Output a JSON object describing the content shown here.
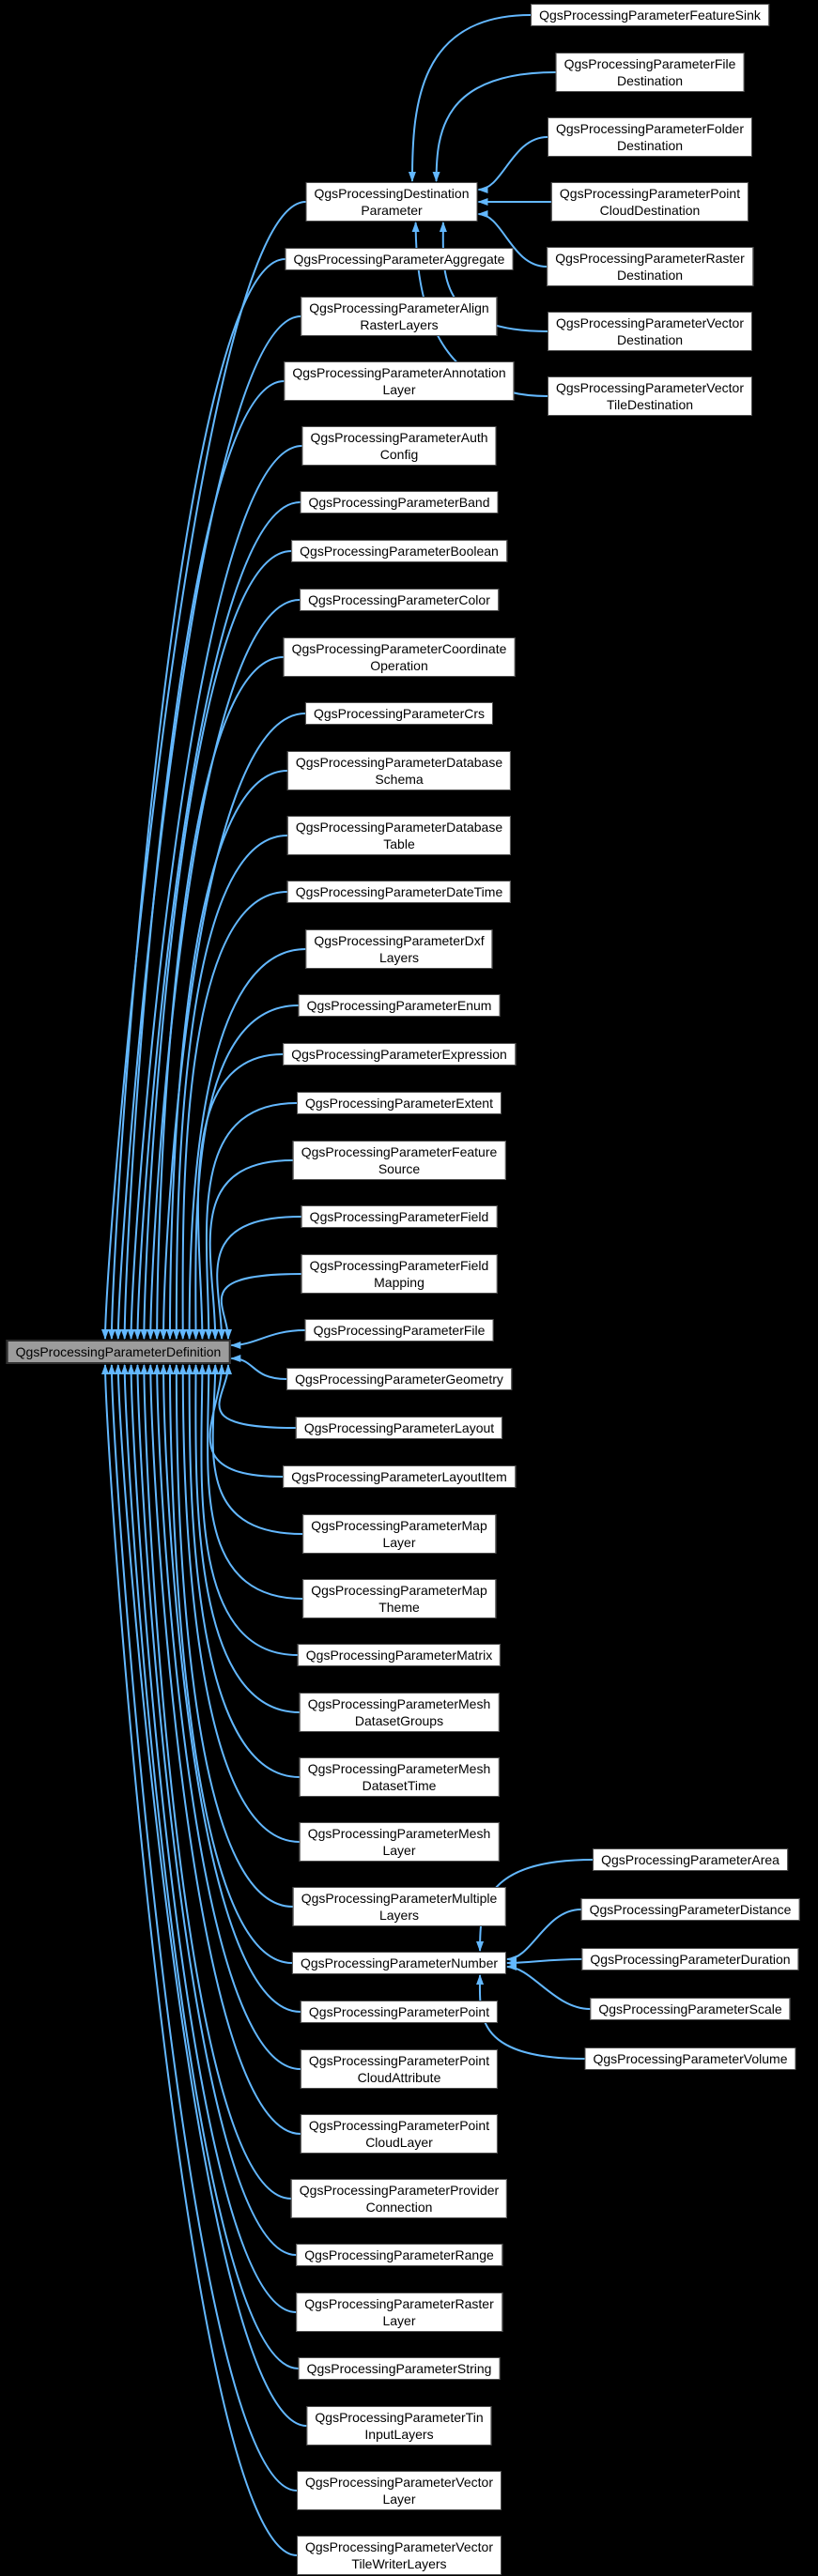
{
  "diagram": {
    "colors": {
      "background": "#000000",
      "edge": "#63b8ff",
      "node_fill": "#ffffff",
      "node_border": "#4d4d4d",
      "root_fill": "#9c9c9c",
      "root_border": "#303030",
      "text": "#000000"
    },
    "root": {
      "lines": [
        "QgsProcessingParameterDefinition"
      ]
    },
    "destination_parent": {
      "lines": [
        "QgsProcessingDestination",
        "Parameter"
      ]
    },
    "definition_children": [
      {
        "lines": [
          "QgsProcessingParameterAggregate"
        ]
      },
      {
        "lines": [
          "QgsProcessingParameterAlign",
          "RasterLayers"
        ]
      },
      {
        "lines": [
          "QgsProcessingParameterAnnotation",
          "Layer"
        ]
      },
      {
        "lines": [
          "QgsProcessingParameterAuth",
          "Config"
        ]
      },
      {
        "lines": [
          "QgsProcessingParameterBand"
        ]
      },
      {
        "lines": [
          "QgsProcessingParameterBoolean"
        ]
      },
      {
        "lines": [
          "QgsProcessingParameterColor"
        ]
      },
      {
        "lines": [
          "QgsProcessingParameterCoordinate",
          "Operation"
        ]
      },
      {
        "lines": [
          "QgsProcessingParameterCrs"
        ]
      },
      {
        "lines": [
          "QgsProcessingParameterDatabase",
          "Schema"
        ]
      },
      {
        "lines": [
          "QgsProcessingParameterDatabase",
          "Table"
        ]
      },
      {
        "lines": [
          "QgsProcessingParameterDateTime"
        ]
      },
      {
        "lines": [
          "QgsProcessingParameterDxf",
          "Layers"
        ]
      },
      {
        "lines": [
          "QgsProcessingParameterEnum"
        ]
      },
      {
        "lines": [
          "QgsProcessingParameterExpression"
        ]
      },
      {
        "lines": [
          "QgsProcessingParameterExtent"
        ]
      },
      {
        "lines": [
          "QgsProcessingParameterFeature",
          "Source"
        ]
      },
      {
        "lines": [
          "QgsProcessingParameterField"
        ]
      },
      {
        "lines": [
          "QgsProcessingParameterField",
          "Mapping"
        ]
      },
      {
        "lines": [
          "QgsProcessingParameterFile"
        ]
      },
      {
        "lines": [
          "QgsProcessingParameterGeometry"
        ]
      },
      {
        "lines": [
          "QgsProcessingParameterLayout"
        ]
      },
      {
        "lines": [
          "QgsProcessingParameterLayoutItem"
        ]
      },
      {
        "lines": [
          "QgsProcessingParameterMap",
          "Layer"
        ]
      },
      {
        "lines": [
          "QgsProcessingParameterMap",
          "Theme"
        ]
      },
      {
        "lines": [
          "QgsProcessingParameterMatrix"
        ]
      },
      {
        "lines": [
          "QgsProcessingParameterMesh",
          "DatasetGroups"
        ]
      },
      {
        "lines": [
          "QgsProcessingParameterMesh",
          "DatasetTime"
        ]
      },
      {
        "lines": [
          "QgsProcessingParameterMesh",
          "Layer"
        ]
      },
      {
        "lines": [
          "QgsProcessingParameterMultiple",
          "Layers"
        ]
      },
      {
        "lines": [
          "QgsProcessingParameterNumber"
        ]
      },
      {
        "lines": [
          "QgsProcessingParameterPoint"
        ]
      },
      {
        "lines": [
          "QgsProcessingParameterPoint",
          "CloudAttribute"
        ]
      },
      {
        "lines": [
          "QgsProcessingParameterPoint",
          "CloudLayer"
        ]
      },
      {
        "lines": [
          "QgsProcessingParameterProvider",
          "Connection"
        ]
      },
      {
        "lines": [
          "QgsProcessingParameterRange"
        ]
      },
      {
        "lines": [
          "QgsProcessingParameterRaster",
          "Layer"
        ]
      },
      {
        "lines": [
          "QgsProcessingParameterString"
        ]
      },
      {
        "lines": [
          "QgsProcessingParameterTin",
          "InputLayers"
        ]
      },
      {
        "lines": [
          "QgsProcessingParameterVector",
          "Layer"
        ]
      },
      {
        "lines": [
          "QgsProcessingParameterVector",
          "TileWriterLayers"
        ]
      }
    ],
    "destination_children": [
      {
        "lines": [
          "QgsProcessingParameterFeatureSink"
        ]
      },
      {
        "lines": [
          "QgsProcessingParameterFile",
          "Destination"
        ]
      },
      {
        "lines": [
          "QgsProcessingParameterFolder",
          "Destination"
        ]
      },
      {
        "lines": [
          "QgsProcessingParameterPoint",
          "CloudDestination"
        ]
      },
      {
        "lines": [
          "QgsProcessingParameterRaster",
          "Destination"
        ]
      },
      {
        "lines": [
          "QgsProcessingParameterVector",
          "Destination"
        ]
      },
      {
        "lines": [
          "QgsProcessingParameterVector",
          "TileDestination"
        ]
      }
    ],
    "number_children": [
      {
        "lines": [
          "QgsProcessingParameterArea"
        ]
      },
      {
        "lines": [
          "QgsProcessingParameterDistance"
        ]
      },
      {
        "lines": [
          "QgsProcessingParameterDuration"
        ]
      },
      {
        "lines": [
          "QgsProcessingParameterScale"
        ]
      },
      {
        "lines": [
          "QgsProcessingParameterVolume"
        ]
      }
    ]
  }
}
